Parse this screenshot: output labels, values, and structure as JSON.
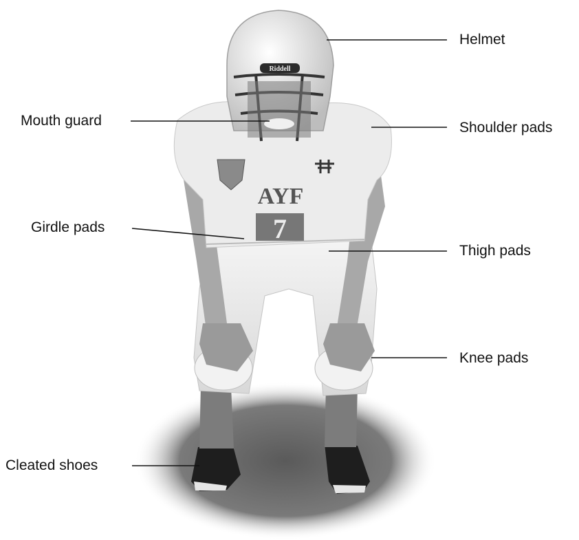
{
  "labels": {
    "helmet": "Helmet",
    "mouth_guard": "Mouth guard",
    "shoulder_pads": "Shoulder pads",
    "girdle_pads": "Girdle pads",
    "thigh_pads": "Thigh pads",
    "knee_pads": "Knee pads",
    "cleated_shoes": "Cleated shoes"
  },
  "jersey": {
    "team_text": "AYF",
    "number": "7",
    "helmet_brand": "Riddell"
  },
  "colors": {
    "ink": "#111111",
    "jersey": "#ececec",
    "grass": "#6f6f6f",
    "skin": "#9a9a9a"
  }
}
